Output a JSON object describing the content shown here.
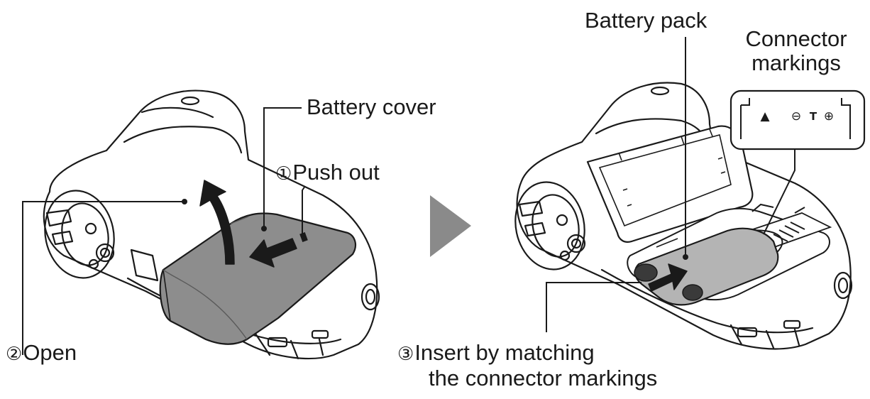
{
  "labels": {
    "battery_cover": "Battery cover",
    "push_out": {
      "number": "①",
      "text": "Push out"
    },
    "open": {
      "number": "②",
      "text": "Open"
    },
    "battery_pack": "Battery pack",
    "connector_markings": {
      "line1": "Connector",
      "line2": "markings"
    },
    "insert": {
      "number": "③",
      "line1": "Insert by matching",
      "line2": "the connector markings"
    }
  },
  "connector_symbols": [
    "▲",
    "⊖",
    "T",
    "⊕"
  ],
  "colors": {
    "line": "#1a1a1a",
    "cover_fill": "#8d8d8d",
    "battery_fill": "#b4b4b4",
    "arrow_fill": "#8a8a8a"
  }
}
